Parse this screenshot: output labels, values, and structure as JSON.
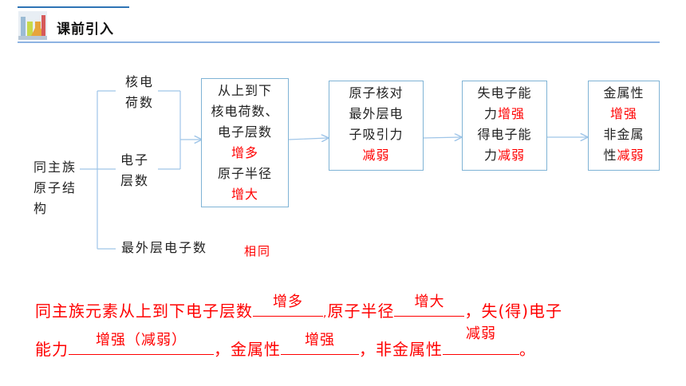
{
  "header": {
    "title": "课前引入"
  },
  "diagram": {
    "root": [
      "同主族",
      "原子结",
      "构"
    ],
    "branches": {
      "nuclear_charge": [
        "核电",
        "荷数"
      ],
      "electron_shells": [
        "电子",
        "层数"
      ],
      "outer_electrons": "最外层电子数",
      "outer_note": "相同"
    },
    "box1": {
      "line1": "从上到下",
      "line2": "核电荷数、",
      "line3": "电子层数",
      "line4": "增多",
      "line5": "原子半径",
      "line6": "增大"
    },
    "box2": {
      "line1": "原子核对",
      "line2": "最外层电",
      "line3": "子吸引力",
      "line4": "减弱"
    },
    "box3": {
      "line1a": "失电子能",
      "line2a": "力",
      "line2b": "增强",
      "line3a": "得电子能",
      "line4a": "力",
      "line4b": "减弱"
    },
    "box4": {
      "line1": "金属性",
      "line2": "增强",
      "line3": "非金属",
      "line4a": "性",
      "line4b": "减弱"
    }
  },
  "summary": {
    "line1_a": "同主族元素从上到下电子层数",
    "blank1": "增多",
    "sep1": ",",
    "line1_b": "原子半径",
    "blank2": "增大",
    "line1_c": "，失(得)电子",
    "line2_a": "能力",
    "blank3": "增强（减弱）",
    "line2_b": "，金属性",
    "blank4": "增强",
    "line2_c": "，非金属性",
    "blank5": "减弱",
    "line2_d": "。"
  },
  "colors": {
    "accent_red": "#ff0000",
    "header_blue": "#2e74b5",
    "box_border": "#7fb3d5",
    "connector": "#9fc5e8"
  }
}
